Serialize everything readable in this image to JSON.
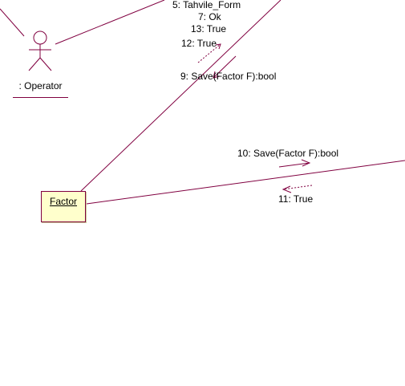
{
  "actor": {
    "name": ": Operator"
  },
  "object": {
    "name": "Factor"
  },
  "messages": {
    "m5": "5: Tahvile_Form",
    "m7": "7: Ok",
    "m13": "13: True",
    "m12": "12: True",
    "m9": "9: Save(Factor F):bool",
    "m10": "10: Save(Factor F):bool",
    "m11": "11: True"
  },
  "colors": {
    "line": "#800040",
    "object_fill": "#ffffcc"
  }
}
